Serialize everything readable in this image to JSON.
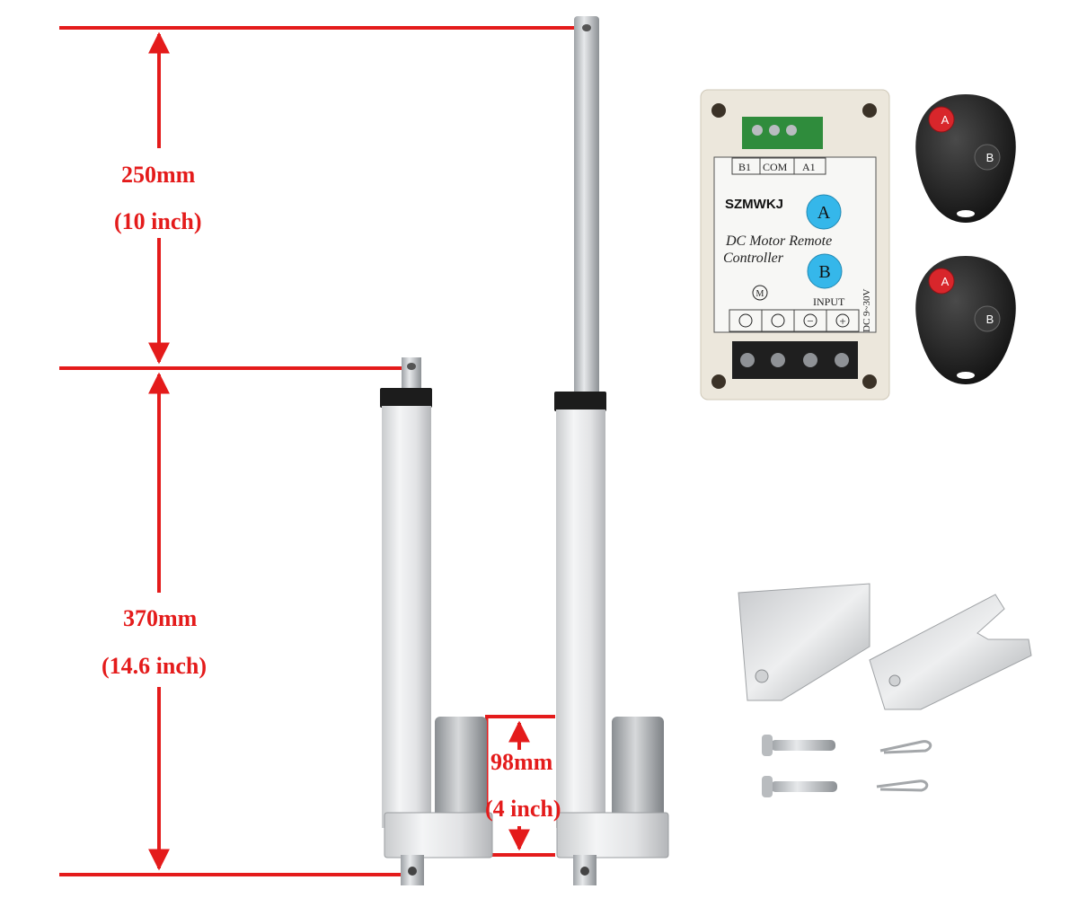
{
  "dimensions": {
    "stroke": {
      "mm": "250mm",
      "inch": "(10 inch)"
    },
    "retracted": {
      "mm": "370mm",
      "inch": "(14.6 inch)"
    },
    "motor": {
      "mm": "98mm",
      "inch": "(4 inch)"
    }
  },
  "controller": {
    "brand": "SZMWKJ",
    "title_line1": "DC Motor Remote",
    "title_line2": "Controller",
    "terminal_b1": "B1",
    "terminal_com": "COM",
    "terminal_a1": "A1",
    "button_a": "A",
    "button_b": "B",
    "motor_symbol": "M",
    "input_label": "INPUT",
    "voltage": "DC 9~30V",
    "minus": "−",
    "plus": "+"
  },
  "remotes": [
    {
      "button_a": "A",
      "button_b": "B"
    },
    {
      "button_a": "A",
      "button_b": "B"
    }
  ],
  "colors": {
    "dimension_red": "#e41b1b",
    "button_blue": "#35b7ea",
    "remote_red": "#d8262b",
    "remote_body": "#222222"
  }
}
